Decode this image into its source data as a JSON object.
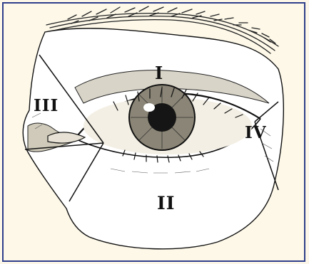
{
  "figure": {
    "regions": [
      {
        "id": "upper",
        "label": "I"
      },
      {
        "id": "lower",
        "label": "II"
      },
      {
        "id": "medial",
        "label": "III"
      },
      {
        "id": "lateral",
        "label": "IV"
      }
    ]
  },
  "colors": {
    "border": "#2f3f8a",
    "background": "#fdf8e8",
    "zone_fill": "#ffffff",
    "ink": "#111111"
  }
}
